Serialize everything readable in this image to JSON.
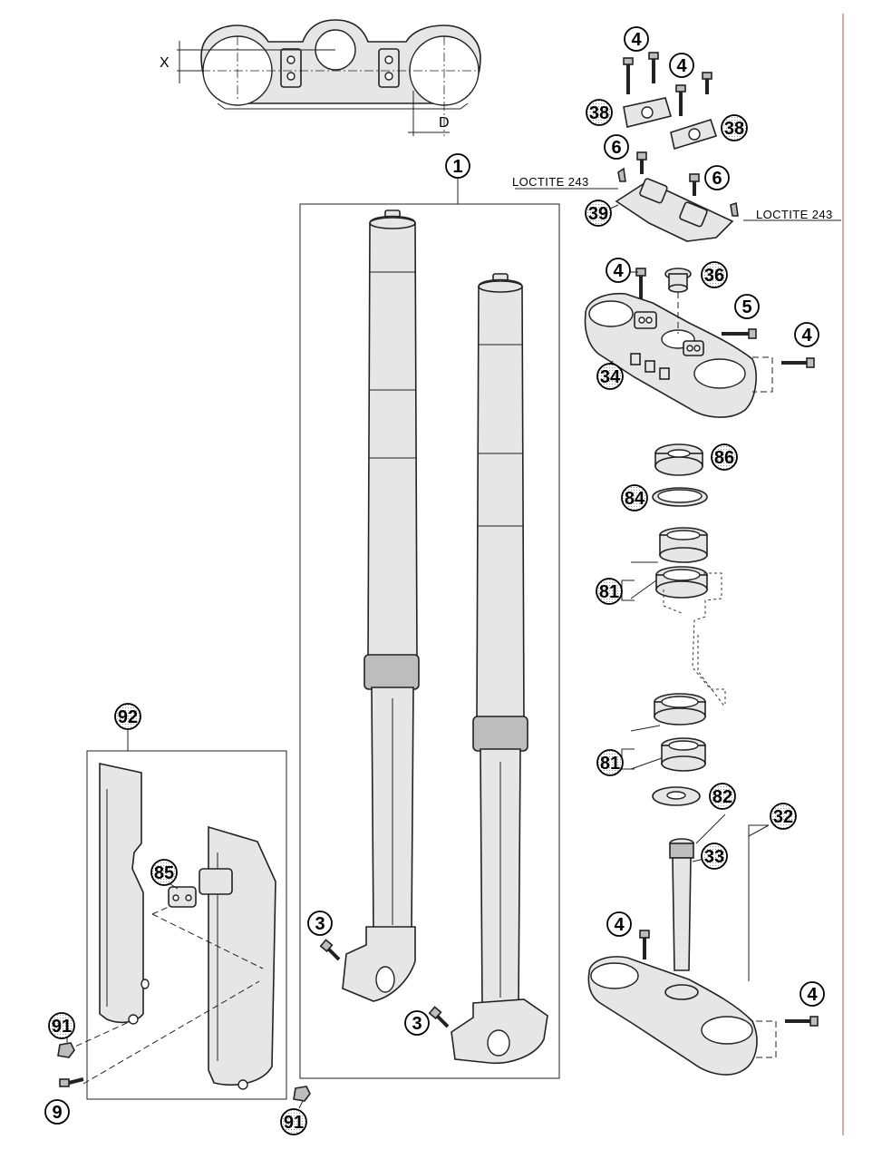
{
  "dimension_labels": {
    "x": "X",
    "d": "D"
  },
  "notes": {
    "loctite_left": "LOCTITE 243",
    "loctite_right": "LOCTITE 243"
  },
  "callouts": [
    {
      "id": "c1",
      "label": "1",
      "style": "plain"
    },
    {
      "id": "c3a",
      "label": "3",
      "style": "plain"
    },
    {
      "id": "c3b",
      "label": "3",
      "style": "plain"
    },
    {
      "id": "c4a",
      "label": "4",
      "style": "plain"
    },
    {
      "id": "c4b",
      "label": "4",
      "style": "plain"
    },
    {
      "id": "c4c",
      "label": "4",
      "style": "plain"
    },
    {
      "id": "c4d",
      "label": "4",
      "style": "plain"
    },
    {
      "id": "c4e",
      "label": "4",
      "style": "plain"
    },
    {
      "id": "c4f",
      "label": "4",
      "style": "plain"
    },
    {
      "id": "c5",
      "label": "5",
      "style": "plain"
    },
    {
      "id": "c6a",
      "label": "6",
      "style": "plain"
    },
    {
      "id": "c6b",
      "label": "6",
      "style": "plain"
    },
    {
      "id": "c9",
      "label": "9",
      "style": "plain"
    },
    {
      "id": "c32",
      "label": "32",
      "style": "hatch"
    },
    {
      "id": "c33",
      "label": "33",
      "style": "hatch"
    },
    {
      "id": "c34",
      "label": "34",
      "style": "hatch"
    },
    {
      "id": "c36",
      "label": "36",
      "style": "hatch"
    },
    {
      "id": "c38a",
      "label": "38",
      "style": "hatch"
    },
    {
      "id": "c38b",
      "label": "38",
      "style": "hatch"
    },
    {
      "id": "c39",
      "label": "39",
      "style": "hatch"
    },
    {
      "id": "c81a",
      "label": "81",
      "style": "hatch"
    },
    {
      "id": "c81b",
      "label": "81",
      "style": "hatch"
    },
    {
      "id": "c82",
      "label": "82",
      "style": "hatch"
    },
    {
      "id": "c84",
      "label": "84",
      "style": "hatch"
    },
    {
      "id": "c85",
      "label": "85",
      "style": "hatch"
    },
    {
      "id": "c86",
      "label": "86",
      "style": "hatch"
    },
    {
      "id": "c91a",
      "label": "91",
      "style": "hatch"
    },
    {
      "id": "c91b",
      "label": "91",
      "style": "hatch"
    },
    {
      "id": "c92",
      "label": "92",
      "style": "hatch"
    }
  ]
}
